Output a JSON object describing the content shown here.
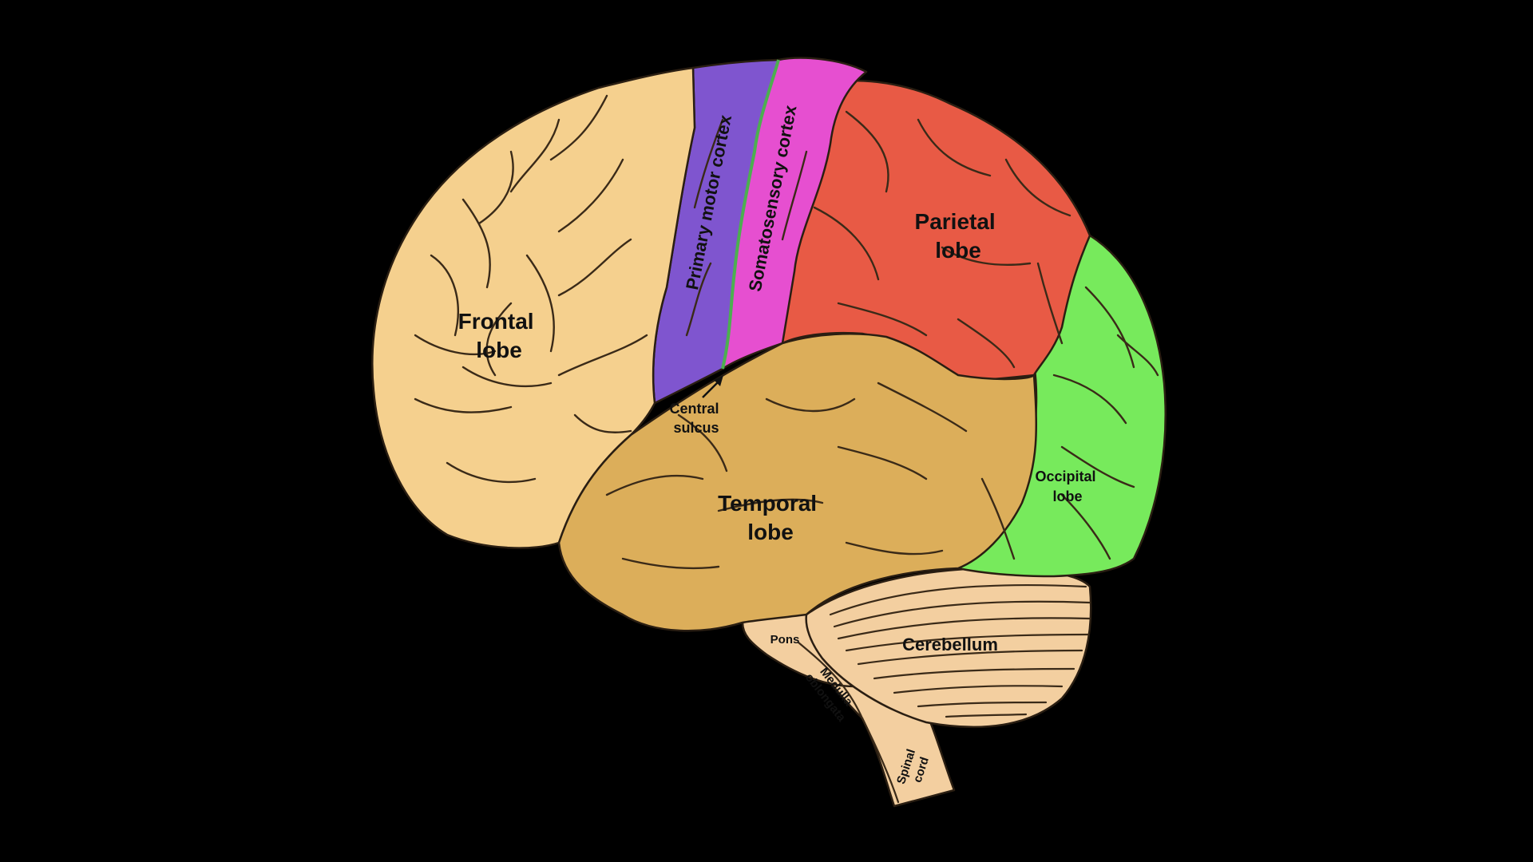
{
  "labels": {
    "frontal": [
      "Frontal",
      "lobe"
    ],
    "motor": "Primary motor cortex",
    "somato": "Somatosensory cortex",
    "parietal": [
      "Parietal",
      "lobe"
    ],
    "central": [
      "Central",
      "sulcus"
    ],
    "temporal": [
      "Temporal",
      "lobe"
    ],
    "occipital": [
      "Occipital",
      "lobe"
    ],
    "cerebellum": "Cerebellum",
    "pons": "Pons",
    "medulla": [
      "Medulla",
      "oblongata"
    ],
    "spinal": [
      "Spinal",
      "cord"
    ]
  },
  "colors": {
    "background": "#000000",
    "frontal": "#f5d08e",
    "motor": "#7f55cf",
    "somato": "#e64fd0",
    "parietal": "#e85a45",
    "temporal": "#dcae5a",
    "occipital": "#77ea5c",
    "hindbrain": "#f3cfa0",
    "central_sulcus": "#4caf50"
  }
}
